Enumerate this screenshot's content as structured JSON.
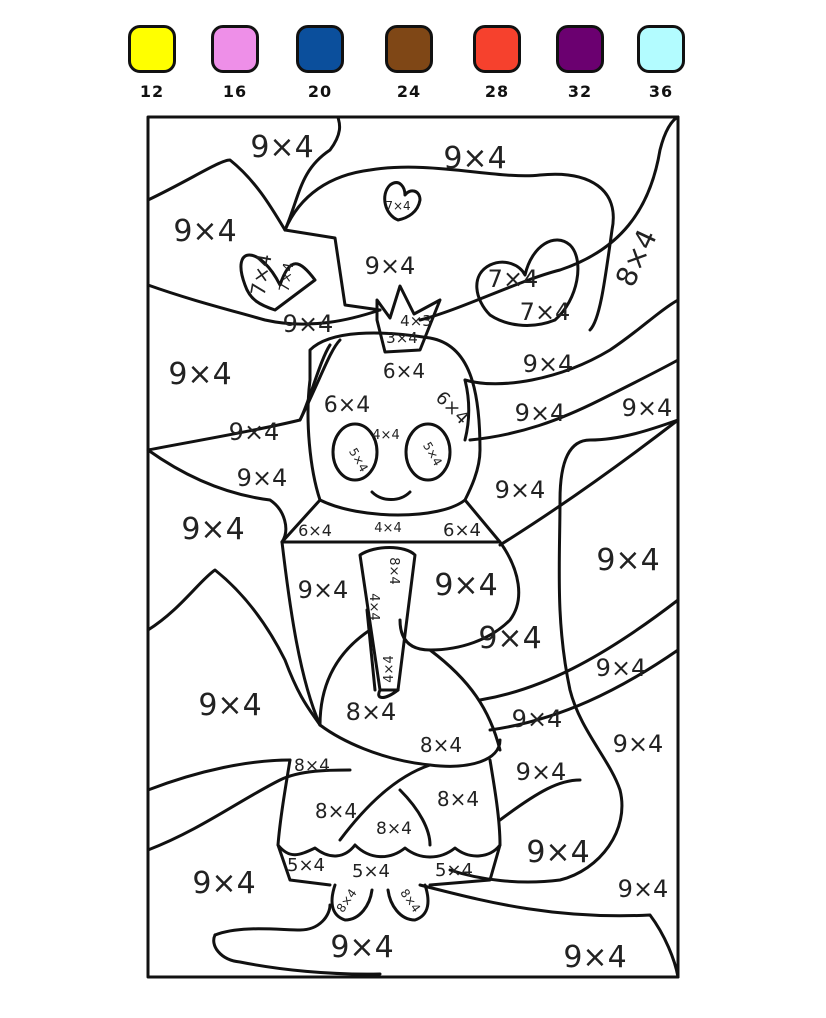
{
  "palette": [
    {
      "value": "12",
      "color": "#ffff00"
    },
    {
      "value": "16",
      "color": "#ee8fe8"
    },
    {
      "value": "20",
      "color": "#0b4f9c"
    },
    {
      "value": "24",
      "color": "#7f4716"
    },
    {
      "value": "28",
      "color": "#f6412d"
    },
    {
      "value": "32",
      "color": "#6b0070"
    },
    {
      "value": "36",
      "color": "#b3fcff"
    }
  ],
  "regions": [
    "9×4",
    "9×4",
    "9×4",
    "9×4",
    "9×4",
    "9×4",
    "9×4",
    "9×4",
    "9×4",
    "9×4",
    "9×4",
    "9×4",
    "9×4",
    "9×4",
    "9×4",
    "9×4",
    "9×4",
    "9×4",
    "9×4",
    "9×4",
    "9×4",
    "9×4",
    "9×4",
    "9×4",
    "9×4",
    "9×4",
    "9×4",
    "7×4",
    "7×4",
    "7×4",
    "7×4",
    "7×4",
    "4×3",
    "3×4",
    "6×4",
    "6×4",
    "6×4",
    "6×4",
    "6×4",
    "5×4",
    "5×4",
    "5×4",
    "5×4",
    "5×4",
    "4×4",
    "4×4",
    "8×4",
    "8×4",
    "8×4",
    "8×4",
    "8×4",
    "8×4",
    "8×4",
    "8×4",
    "8×4",
    "8×4",
    "4×4",
    "4×4"
  ]
}
